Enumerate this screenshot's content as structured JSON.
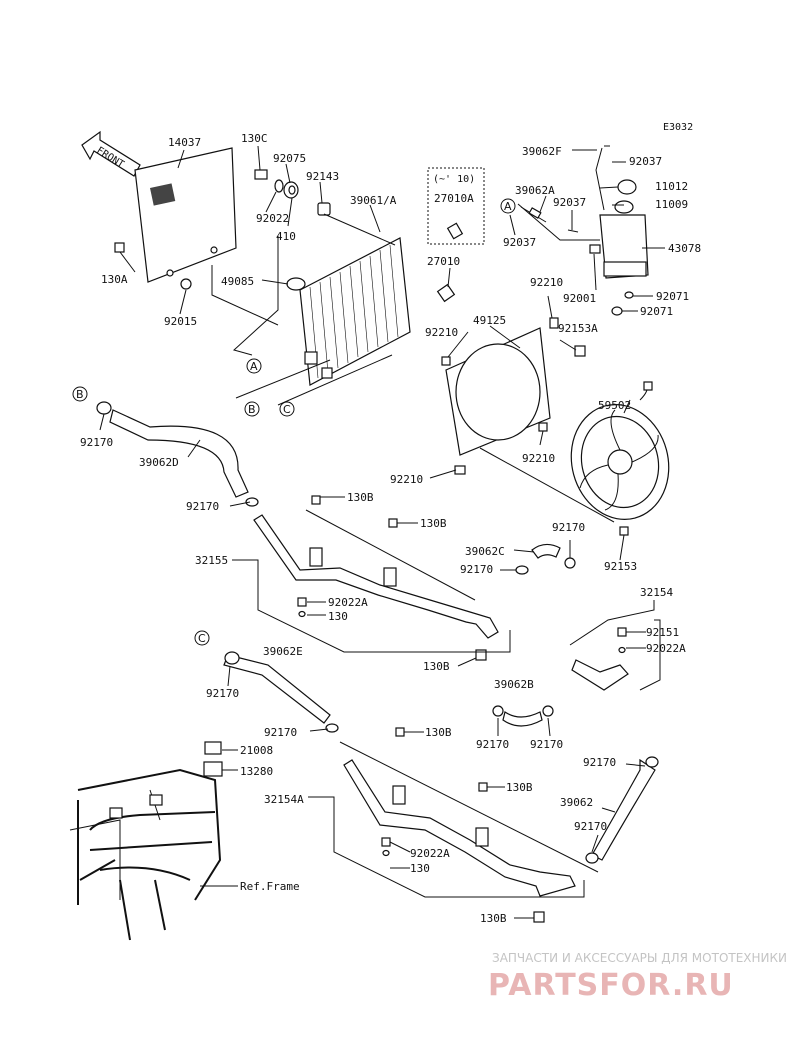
{
  "diagram_code": "E3032",
  "front_label": "FRONT",
  "variant_note": "(~' 10)",
  "watermark": {
    "tagline": "ЗАПЧАСТИ И АКСЕССУАРЫ ДЛЯ МОТОТЕХНИКИ",
    "brand": "PARTSFOR.RU"
  },
  "callouts": {
    "A": "A",
    "B": "B",
    "C": "C"
  },
  "labels": {
    "p14037": "14037",
    "p130C": "130C",
    "p92075": "92075",
    "p92143": "92143",
    "p92022_top": "92022",
    "p410": "410",
    "p39061A": "39061/A",
    "p27010A": "27010A",
    "p130A": "130A",
    "p92015": "92015",
    "p49085": "49085",
    "p27010": "27010",
    "p39062F": "39062F",
    "p92037_a": "92037",
    "p39062A": "39062A",
    "p92037_b": "92037",
    "p92037_c": "92037",
    "p11012": "11012",
    "p11009": "11009",
    "p43078": "43078",
    "p92210_a": "92210",
    "p92001": "92001",
    "p92071_a": "92071",
    "p92071_b": "92071",
    "p49125": "49125",
    "p92210_b": "92210",
    "p92153A": "92153A",
    "p92170_b": "92170",
    "p39062D": "39062D",
    "p59502": "59502",
    "p92210_c": "92210",
    "p92210_d": "92210",
    "p92170_c": "92170",
    "p130B_a": "130B",
    "p130B_b": "130B",
    "p92170_d": "92170",
    "p92153": "92153",
    "p32155": "32155",
    "p39062C": "39062C",
    "p92170_e": "92170",
    "p92022A_a": "92022A",
    "p130_a": "130",
    "p32154": "32154",
    "p92151": "92151",
    "p92022A_b": "92022A",
    "p130B_c": "130B",
    "p39062E": "39062E",
    "p92170_f": "92170",
    "p39062B": "39062B",
    "p92170_g": "92170",
    "p92170_h": "92170",
    "p92170_i": "92170",
    "p130B_d": "130B",
    "p21008": "21008",
    "p13280": "13280",
    "p130B_e": "130B",
    "p92170_j": "92170",
    "p32154A": "32154A",
    "p39062": "39062",
    "p92170_k": "92170",
    "p92022A_c": "92022A",
    "p130_b": "130",
    "pRefFrame": "Ref.Frame",
    "p130B_f": "130B"
  }
}
